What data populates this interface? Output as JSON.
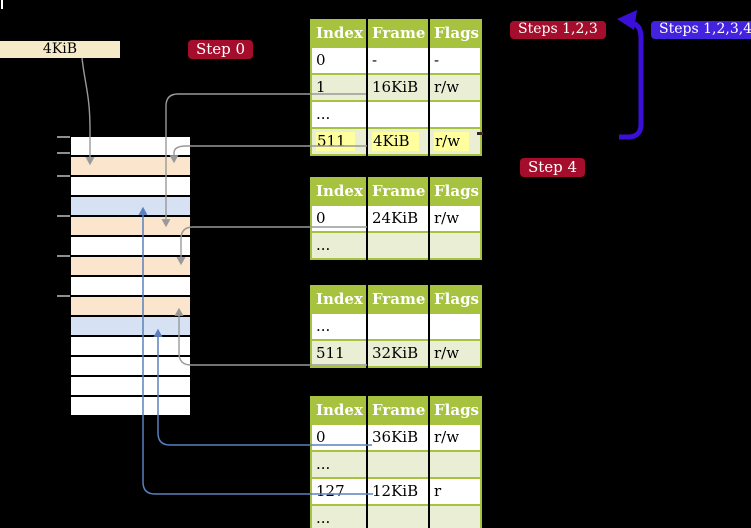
{
  "frame_label": {
    "text": "4KiB"
  },
  "badges": {
    "step0": "Step 0",
    "steps123": "Steps 1,2,3",
    "steps1234": "Steps 1,2,3,4",
    "step4": "Step 4"
  },
  "table_headers": [
    "Index",
    "Frame",
    "Flags"
  ],
  "page_tables": [
    {
      "name": "page-table-1",
      "rows": [
        [
          "0",
          "-",
          "-"
        ],
        [
          "1",
          "16KiB",
          "r/w"
        ],
        [
          "...",
          "",
          ""
        ],
        [
          "511",
          "4KiB",
          "r/w"
        ]
      ],
      "highlight_row": 3
    },
    {
      "name": "page-table-2",
      "rows": [
        [
          "0",
          "24KiB",
          "r/w"
        ],
        [
          "...",
          "",
          ""
        ]
      ],
      "highlight_row": -1
    },
    {
      "name": "page-table-3",
      "rows": [
        [
          "...",
          "",
          ""
        ],
        [
          "511",
          "32KiB",
          "r/w"
        ]
      ],
      "highlight_row": -1
    },
    {
      "name": "page-table-4",
      "rows": [
        [
          "0",
          "36KiB",
          "r/w"
        ],
        [
          "...",
          "",
          ""
        ],
        [
          "127",
          "12KiB",
          "r"
        ],
        [
          "...",
          "",
          ""
        ]
      ],
      "highlight_row": -1
    }
  ],
  "memory_rows": [
    "white",
    "peach",
    "white",
    "blue",
    "peach",
    "white",
    "peach",
    "white",
    "peach",
    "blue",
    "white",
    "white",
    "white",
    "white"
  ],
  "tick_count": 6,
  "palette": {
    "background": "#000000",
    "table_header_green": "#a6c23f",
    "table_row_light_green": "#e9eed5",
    "highlight_yellow": "#ffff9e",
    "badge_red": "#a40e2c",
    "badge_blue": "#4323df",
    "arrow_gray": "#999999",
    "arrow_blue": "#5b80bd",
    "recursion_arrow_indigo": "#3a10d8",
    "frame_label_bg": "#f6ebc8",
    "memory_frame_white": "#ffffff",
    "memory_frame_peach": "#fbe5cd",
    "memory_frame_blue": "#d6e2f3"
  }
}
